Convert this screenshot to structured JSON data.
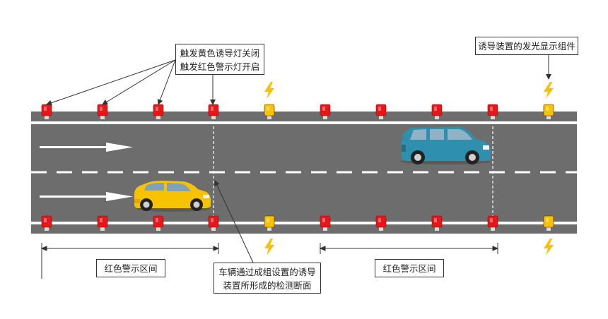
{
  "callouts": {
    "trigger": {
      "line1": "触发黄色诱导灯关闭",
      "line2": "触发红色警示灯开启"
    },
    "device": {
      "text": "诱导装置的发光显示组件"
    },
    "section": {
      "line1": "车辆通过成组设置的诱导",
      "line2": "装置所形成的检测断面"
    },
    "zone_left": {
      "text": "红色警示区间"
    },
    "zone_right": {
      "text": "红色警示区间"
    }
  },
  "colors": {
    "asphalt": "#6d6d6d",
    "lane_line": "#ffffff",
    "red_light": "#e8151b",
    "yellow_light": "#f5c400",
    "yellow_car": "#f7c300",
    "blue_car": "#2f8fae",
    "lightning": "#f6c200"
  },
  "top_lights": [
    "red",
    "red",
    "red",
    "red",
    "yellow",
    "red",
    "red",
    "red",
    "red",
    "yellow"
  ],
  "bottom_lights": [
    "red",
    "red",
    "red",
    "red",
    "yellow",
    "red",
    "red",
    "red",
    "red",
    "yellow"
  ],
  "icons": [
    "lightning-icon",
    "arrow-right-icon",
    "car-icon"
  ]
}
